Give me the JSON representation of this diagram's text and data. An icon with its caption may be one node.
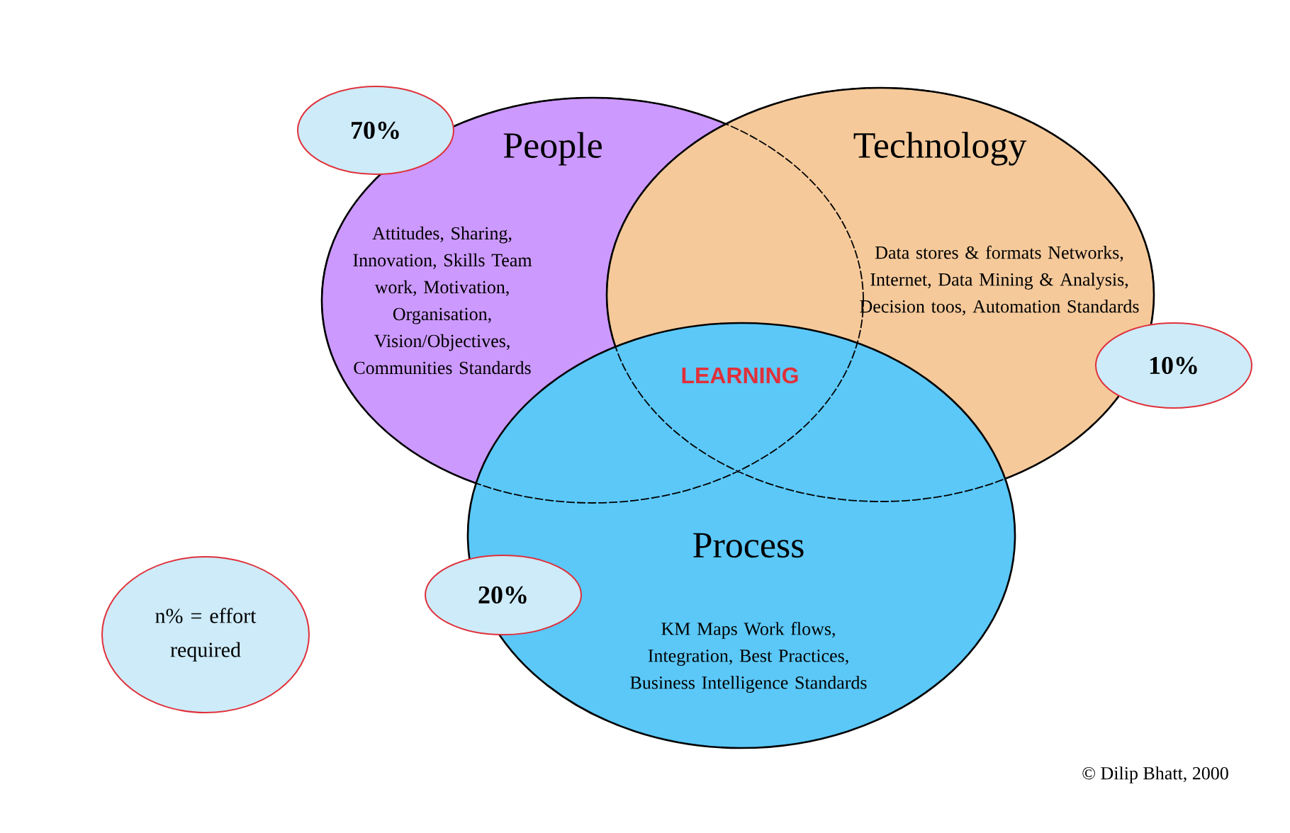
{
  "diagram": {
    "nodes": [
      {
        "text": [
          "People",
          "Attitudes, Sharing, Innovation, Skills Team work, Motivation, Organisation, Vision/Objectives, Communities Standards"
        ]
      },
      {
        "text": [
          "Technology",
          "Data stores & formats Networks, Internet, Data Mining & Analysis, Decision toos, Automation Standards"
        ]
      },
      {
        "text": [
          "Process",
          "KM Maps Work flows, Integration, Best Practices, Business Intelligence Standards"
        ]
      },
      {
        "text": [
          "70%"
        ]
      },
      {
        "text": [
          "10%"
        ]
      },
      {
        "text": [
          "20%"
        ]
      },
      {
        "text": [
          "n% = effort required"
        ]
      }
    ],
    "labels": [
      "LEARNING",
      "© Dilip Bhatt, 2000"
    ]
  }
}
